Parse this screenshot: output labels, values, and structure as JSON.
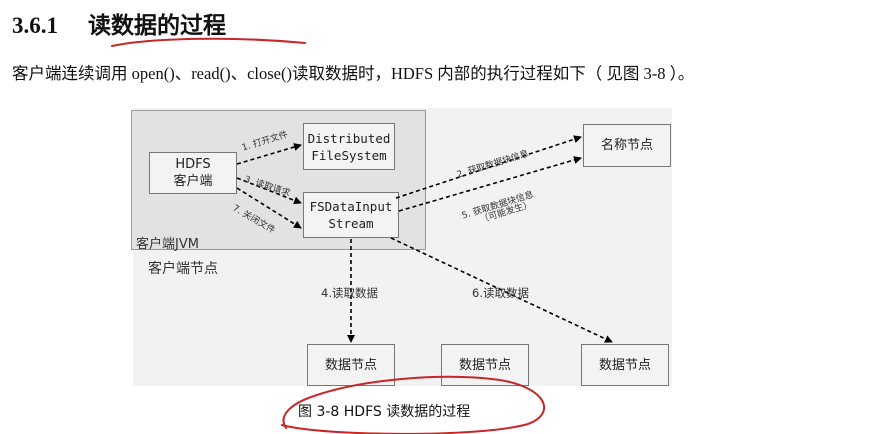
{
  "section": {
    "number": "3.6.1",
    "title": "读数据的过程"
  },
  "paragraph": "客户端连续调用 open()、read()、close()读取数据时，HDFS 内部的执行过程如下（ 见图 3-8 ）。",
  "figure": {
    "jvm_label": "客户端JVM",
    "client_node_label": "客户端节点",
    "hdfs_client": [
      "HDFS",
      "客户端"
    ],
    "dfs": [
      "Distributed",
      "FileSystem"
    ],
    "fsdis": [
      "FSDataInput",
      "Stream"
    ],
    "namenode": "名称节点",
    "datanode_1": "数据节点",
    "datanode_2": "数据节点",
    "datanode_3": "数据节点",
    "step_1": "1. 打开文件",
    "step_2": "2. 获取数据块信息",
    "step_3": "3. 读取请求",
    "step_4": "4.读取数据",
    "step_5": "5. 获取数据块信息",
    "step_5_note": "（可能发生）",
    "step_6": "6.读取数据",
    "step_7": "7. 关闭文件"
  },
  "caption": "图 3-8   HDFS 读数据的过程",
  "colors": {
    "annotation_red": "#c62828",
    "figure_bg": "#f2f2f2",
    "jvm_bg": "#e2e2e2",
    "arrow": "#000000"
  }
}
